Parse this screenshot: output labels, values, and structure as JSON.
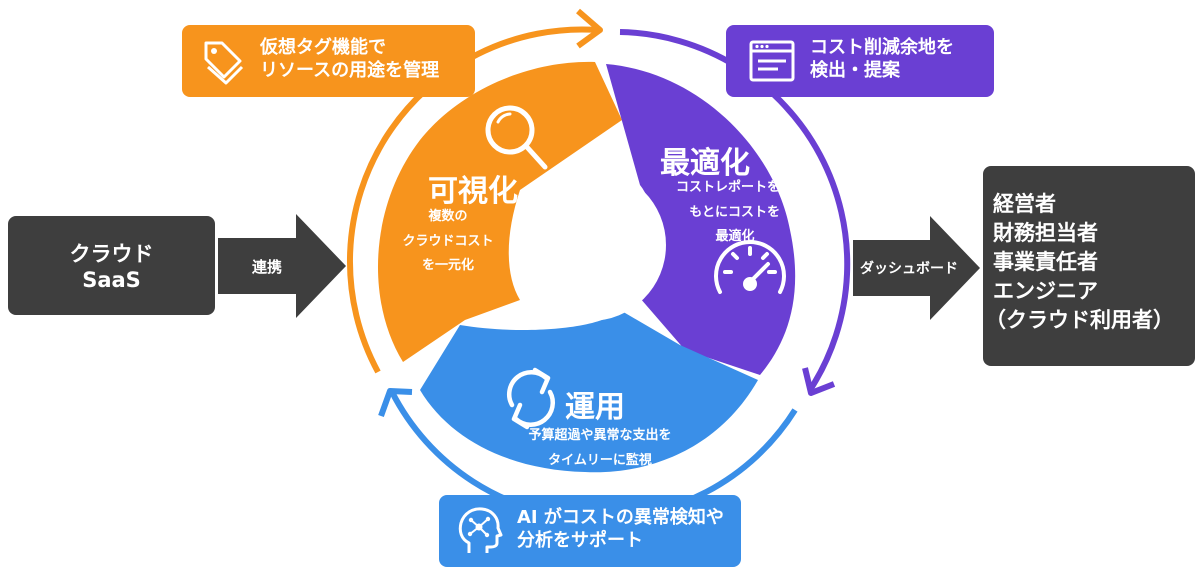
{
  "left_source": {
    "line1": "クラウド",
    "line2": "SaaS"
  },
  "left_arrow_label": "連携",
  "right_arrow_label": "ダッシュボード",
  "audience": [
    "経営者",
    "財務担当者",
    "事業責任者",
    "エンジニア",
    "（クラウド利用者）"
  ],
  "segments": {
    "visualize": {
      "title": "可視化",
      "desc": [
        "複数の",
        "クラウドコスト",
        "を一元化"
      ],
      "color": "#F7941D"
    },
    "optimize": {
      "title": "最適化",
      "desc": [
        "コストレポートを",
        "もとにコストを",
        "最適化"
      ],
      "color": "#6A3FD3"
    },
    "operate": {
      "title": "運用",
      "desc": [
        "予算超過や異常な支出を",
        "タイムリーに監視"
      ],
      "color": "#3A8FE8"
    }
  },
  "callouts": {
    "tag": {
      "lines": [
        "仮想タグ機能で",
        "リソースの用途を管理"
      ],
      "icon": "tag-icon"
    },
    "cost": {
      "lines": [
        "コスト削減余地を",
        "検出・提案"
      ],
      "icon": "browser-window-icon"
    },
    "ai": {
      "lines": [
        "AI がコストの異常検知や",
        "分析をサポート"
      ],
      "icon": "ai-head-icon"
    }
  },
  "icons": [
    "magnifier-icon",
    "gauge-icon",
    "refresh-icon"
  ],
  "colors": {
    "dark_box": "#3e3e3e",
    "orange": "#F7941D",
    "purple": "#6A3FD3",
    "blue": "#3A8FE8"
  }
}
